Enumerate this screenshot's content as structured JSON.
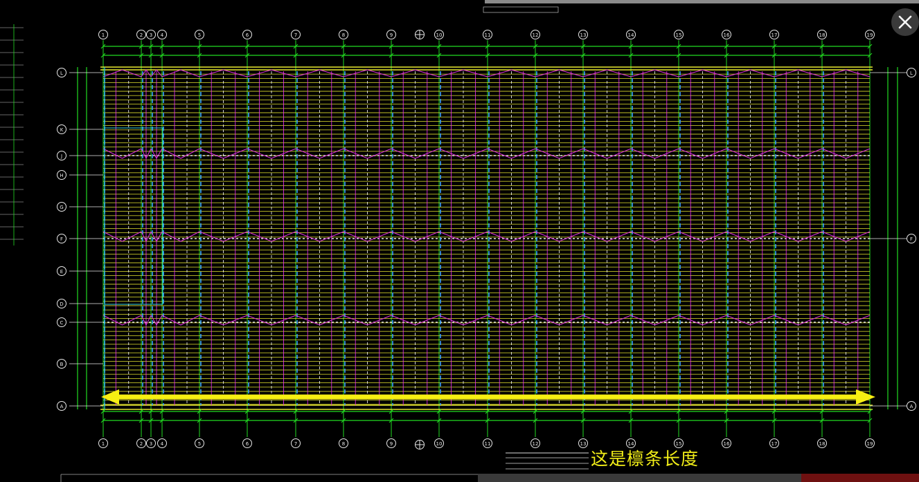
{
  "viewer": {
    "close_label": "close"
  },
  "drawing": {
    "column_axes": [
      "1",
      "2",
      "3",
      "4",
      "5",
      "6",
      "7",
      "8",
      "9",
      "10",
      "11",
      "12",
      "13",
      "14",
      "15",
      "16",
      "17",
      "18",
      "19"
    ],
    "row_axes_left": [
      "L",
      "K",
      "J",
      "H",
      "G",
      "F",
      "E",
      "D",
      "C",
      "B",
      "A"
    ],
    "row_axes_right": [
      "L",
      "F",
      "A"
    ],
    "colors": {
      "grid": "#22dd22",
      "yellow": "#e8e830",
      "magenta": "#e030e0",
      "white": "#e8e8e8",
      "blue": "#3aa0ff",
      "cyan": "#30d0e0",
      "arrow": "#f7ef12"
    }
  },
  "annotation": {
    "text": "这是檩条长度"
  },
  "icons": {
    "close": "close-icon",
    "arrow": "double-arrow-icon"
  }
}
